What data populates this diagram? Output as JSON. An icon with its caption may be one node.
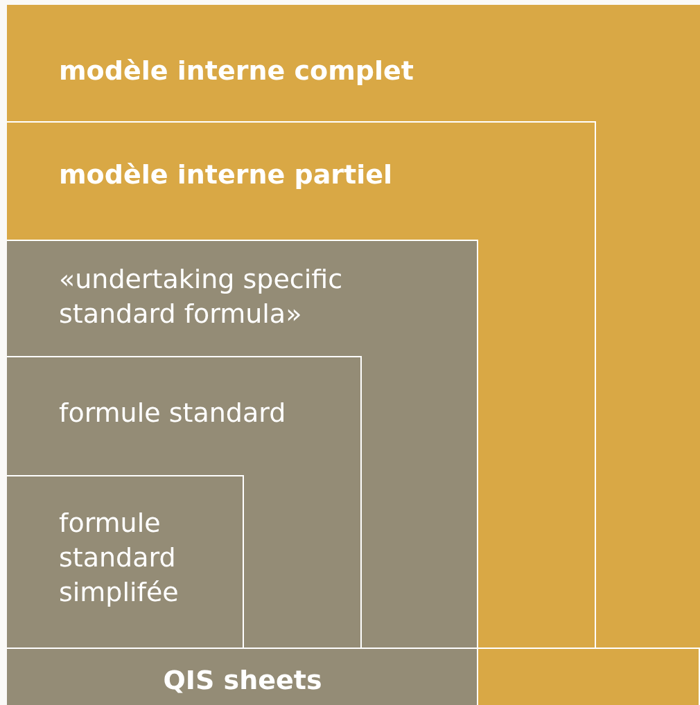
{
  "diagram": {
    "nodes": [
      {
        "text": [
          "modèle interne complet"
        ]
      },
      {
        "text": [
          "modèle interne partiel"
        ],
        "in": 0
      },
      {
        "text": [
          "«undertaking specific standard formula»"
        ],
        "in": 1
      },
      {
        "text": [
          "formule standard"
        ],
        "in": 2
      },
      {
        "text": [
          "formule standard simplifée"
        ],
        "in": 3
      },
      {
        "text": [
          "QIS sheets"
        ]
      },
      {
        "text": [],
        "shape": "bar"
      }
    ],
    "edges": []
  }
}
